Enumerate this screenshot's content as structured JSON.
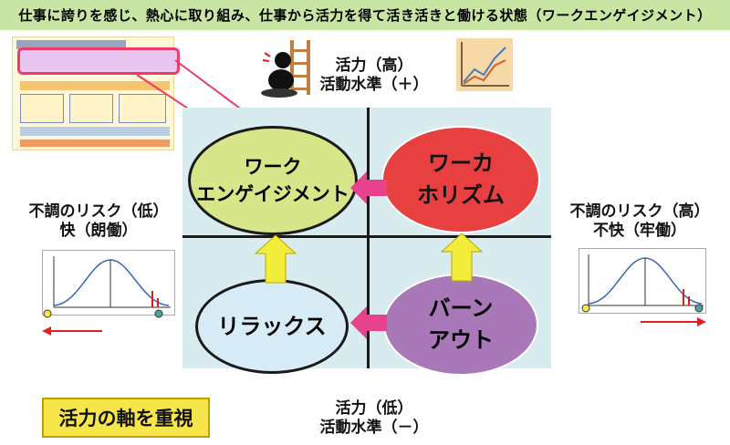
{
  "header": {
    "title": "仕事に誇りを感じ、熱心に取り組み、仕事から活力を得て活き活きと働ける状態（ワークエンゲイジメント）"
  },
  "quadrants": {
    "top_left": {
      "line1": "ワーク",
      "line2": "エンゲイジメント",
      "color": "#d8e68a"
    },
    "top_right": {
      "line1": "ワーカ",
      "line2": "ホリズム",
      "color": "#e84040"
    },
    "bottom_left": {
      "line1": "リラックス",
      "color": "#d8ecf8"
    },
    "bottom_right": {
      "line1": "バーン",
      "line2": "アウト",
      "color": "#a878b8"
    }
  },
  "axis_labels": {
    "high": {
      "line1": "活力（高）",
      "line2": "活動水準（＋）"
    },
    "low": {
      "line1": "活力（低）",
      "line2": "活動水準（－）"
    },
    "left": {
      "line1": "不調のリスク（低）",
      "line2": "快（朗働）"
    },
    "right": {
      "line1": "不調のリスク（高）",
      "line2": "不快（牢働）"
    }
  },
  "badge": {
    "label": "活力の軸を重視"
  },
  "colors": {
    "title_bg": "#c9e5a3",
    "arrow_pink": "#e8428c",
    "arrow_yellow": "#f2ec3a",
    "badge_bg": "#f6e64a",
    "red_arrow": "#e02020"
  },
  "icons": [
    "ladder-climber-icon",
    "rising-graph-icon"
  ]
}
